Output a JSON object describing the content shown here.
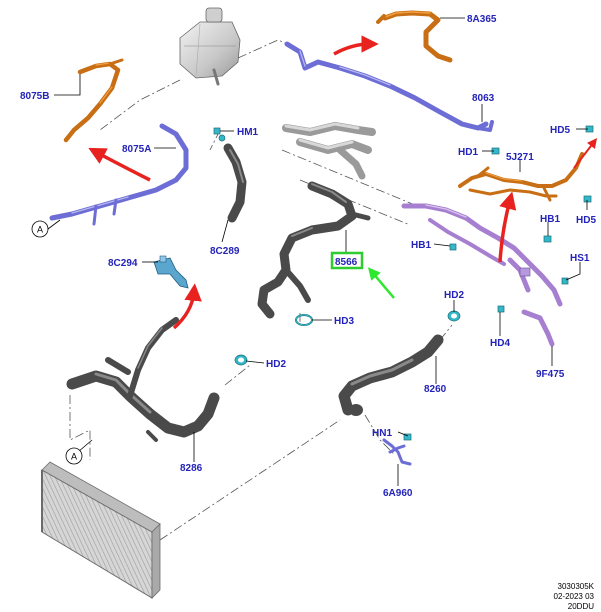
{
  "labels": {
    "8A365": "8A365",
    "8075B": "8075B",
    "8063": "8063",
    "HM1": "HM1",
    "8075A": "8075A",
    "HD5_top": "HD5",
    "HD1": "HD1",
    "5J271": "5J271",
    "HD5_right": "HD5",
    "HB1_right": "HB1",
    "HB1_left": "HB1",
    "8C289": "8C289",
    "8C294": "8C294",
    "8566": "8566",
    "HS1": "HS1",
    "HD2_top": "HD2",
    "HD3": "HD3",
    "HD4": "HD4",
    "9F475": "9F475",
    "HD2_left": "HD2",
    "8260": "8260",
    "8286": "8286",
    "HN1": "HN1",
    "6A960": "6A960"
  },
  "circle_refs": {
    "top": "A",
    "bottom": "A"
  },
  "footer": {
    "line1": "3030305K",
    "line2": "02-2023 03",
    "line3": "20DDU"
  },
  "colors": {
    "label_text": "#2323b9",
    "highlight_box": "#2ecc2e",
    "callout_arrow_red": "#e8231f",
    "callout_arrow_green": "#2ee82e"
  }
}
